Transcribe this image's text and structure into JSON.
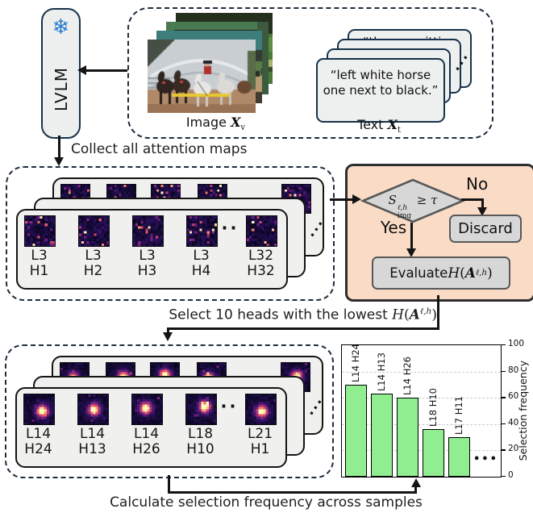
{
  "model_box": {
    "label": "LVLM",
    "snowflake_icon": "❄"
  },
  "input_box": {
    "image_stack": {
      "caption_prefix": "Image ",
      "caption_symbol": "X",
      "caption_sub": "v"
    },
    "text_stack": {
      "back_card_text": "“the guy sitting",
      "front_card_text": "“left white horse one next to black.”",
      "ellipsis": "···",
      "caption_prefix": "Text ",
      "caption_symbol": "X",
      "caption_sub": "t"
    }
  },
  "collect_caption": "Collect all attention maps",
  "all_heads_box": {
    "pattern": "noise",
    "heads": [
      {
        "layer": "L3",
        "head": "H1"
      },
      {
        "layer": "L3",
        "head": "H2"
      },
      {
        "layer": "L3",
        "head": "H3"
      },
      {
        "layer": "L3",
        "head": "H4"
      },
      {
        "layer": "L32",
        "head": "H32"
      }
    ],
    "ellipsis": "···",
    "diag_ellipsis": "···"
  },
  "filter_box": {
    "condition": {
      "symbol": "S",
      "sup": "ℓ,h",
      "sub": "img",
      "operator": "≥",
      "threshold": "τ"
    },
    "no_label": "No",
    "yes_label": "Yes",
    "discard_label": "Discard",
    "evaluate_label": {
      "prefix": "Evaluate ",
      "func": "H",
      "open": "(",
      "arg": "A",
      "sup": "ℓ,h",
      "close": ")"
    }
  },
  "select_caption": {
    "prefix": "Select 10 heads with the lowest ",
    "func": "H",
    "open": "(",
    "arg": "A",
    "sup": "ℓ,h",
    "close": ")"
  },
  "selected_heads_box": {
    "pattern": "blob",
    "heads": [
      {
        "layer": "L14",
        "head": "H24"
      },
      {
        "layer": "L14",
        "head": "H13"
      },
      {
        "layer": "L14",
        "head": "H26"
      },
      {
        "layer": "L18",
        "head": "H10"
      },
      {
        "layer": "L21",
        "head": "H1"
      }
    ],
    "ellipsis": "···",
    "diag_ellipsis": "···"
  },
  "chart_data": {
    "type": "bar",
    "categories": [
      "L14 H24",
      "L14 H13",
      "L14 H26",
      "L18 H10",
      "L17 H11"
    ],
    "values": [
      70,
      63,
      60,
      36,
      30
    ],
    "title": "",
    "xlabel": "",
    "ylabel": "Selection frequency",
    "ylim": [
      0,
      100
    ],
    "yticks": [
      0,
      20,
      40,
      60,
      80,
      100
    ],
    "grid": "dashed-horizontal",
    "legend": "none",
    "bar_color": "#90ee90",
    "ellipsis": "•••"
  },
  "frequency_caption": "Calculate selection frequency across samples",
  "colors": {
    "dashed_border": "#1e2d3d",
    "card_fill": "#f0f0ee",
    "filter_bg": "#fadcc6",
    "node_fill": "#d7d7d7",
    "bar_green": "#90ee90",
    "snowflake_blue": "#2b7bd1"
  }
}
